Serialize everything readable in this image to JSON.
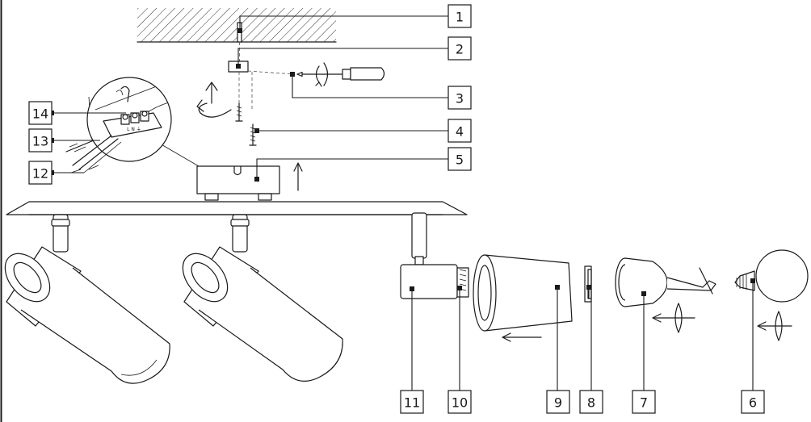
{
  "callouts": [
    {
      "id": "1",
      "label": "1"
    },
    {
      "id": "2",
      "label": "2"
    },
    {
      "id": "3",
      "label": "3"
    },
    {
      "id": "4",
      "label": "4"
    },
    {
      "id": "5",
      "label": "5"
    },
    {
      "id": "6",
      "label": "6"
    },
    {
      "id": "7",
      "label": "7"
    },
    {
      "id": "8",
      "label": "8"
    },
    {
      "id": "9",
      "label": "9"
    },
    {
      "id": "10",
      "label": "10"
    },
    {
      "id": "11",
      "label": "11"
    },
    {
      "id": "12",
      "label": "12"
    },
    {
      "id": "13",
      "label": "13"
    },
    {
      "id": "14",
      "label": "14"
    }
  ],
  "terminal_markings": "L  N  ⏚",
  "colors": {
    "line": "#1a1a1a",
    "background": "#ffffff"
  }
}
